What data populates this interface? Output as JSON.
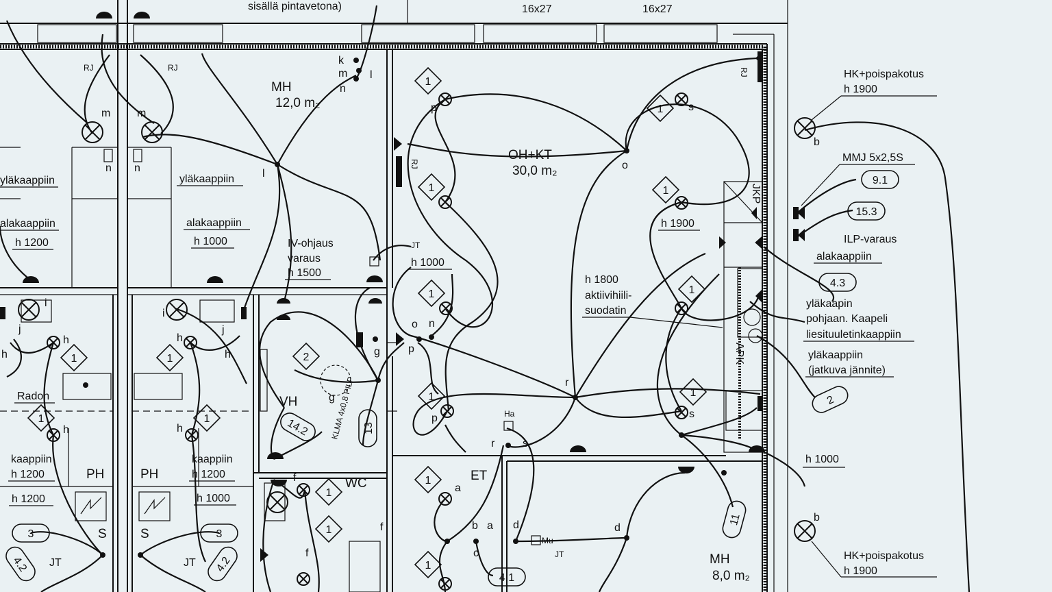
{
  "labels": {
    "top_note": "sisällä pintavetona)",
    "sizes": [
      "16x27",
      "16x27"
    ],
    "room_mh1_name": "MH",
    "room_mh1_area": "12,0 m₂",
    "room_ohkt_name": "OH+KT",
    "room_ohkt_area": "30,0 m₂",
    "room_mh2_name": "MH",
    "room_mh2_area": "8,0 m₂",
    "room_vh": "VH",
    "room_wc": "WC",
    "room_et": "ET",
    "room_ph1": "PH",
    "room_ph2": "PH",
    "room_s1": "S",
    "room_s2": "S",
    "hk_top": "HK+poispakotus",
    "hk_top_h": "h 1900",
    "hk_bottom": "HK+poispakotus",
    "hk_bottom_h": "h 1900",
    "mmj": "MMJ 5x2,5S",
    "ilp": "ILP-varaus",
    "alakaappiin_r": "alakaappiin",
    "ylakaapin_1": "yläkaapin",
    "ylakaapin_2": "pohjaan. Kaapeli",
    "ylakaapin_3": "liesituuletinkaappiin",
    "ylakaappiin_r1": "yläkaappiin",
    "ylakaappiin_r2": "(jatkuva jännite)",
    "h1000_r": "h 1000",
    "h1900_mid": "h 1900",
    "h1800": "h 1800",
    "aktiivi": "aktiivihiili-",
    "suodatin": "suodatin",
    "ylakaappiin_l": "yläkaappiin",
    "ylakaappiin_m": "yläkaappiin",
    "alakaappiin_l": "alakaappiin",
    "alakaappiin_m": "alakaappiin",
    "h1200_l": "h 1200",
    "h1000_m": "h 1000",
    "iv1": "IV-ohjaus",
    "iv2": "varaus",
    "iv3": "h 1500",
    "h1000_iv": "h 1000",
    "radon": "Radon",
    "kaappiin_l": "kaappiin",
    "kaappiin_l_h": "h 1200",
    "kaappiin_m": "kaappiin",
    "kaappiin_m_h": "h 1200",
    "h1200_l2": "h 1200",
    "h1000_l2": "h 1000",
    "klma": "KLMA 4x0,8 PILP",
    "jkp": "JKP",
    "apk": "APK",
    "rj": "RJ",
    "ha": "Ha",
    "mu": "Mu",
    "jt": "JT"
  },
  "circuits": [
    "9.1",
    "15.3",
    "4.3",
    "2",
    "11",
    "14.2",
    "13",
    "3",
    "3",
    "4.2",
    "4.2",
    "4.1"
  ],
  "group_numbers": [
    "1",
    "1",
    "1",
    "1",
    "1",
    "1",
    "1",
    "1",
    "2",
    "1",
    "1",
    "1",
    "1",
    "1",
    "1",
    "1",
    "1"
  ],
  "point_letters": [
    "k",
    "m",
    "l",
    "n",
    "p",
    "o",
    "s",
    "r",
    "a",
    "b",
    "c",
    "d",
    "f",
    "g",
    "h",
    "i",
    "j"
  ]
}
